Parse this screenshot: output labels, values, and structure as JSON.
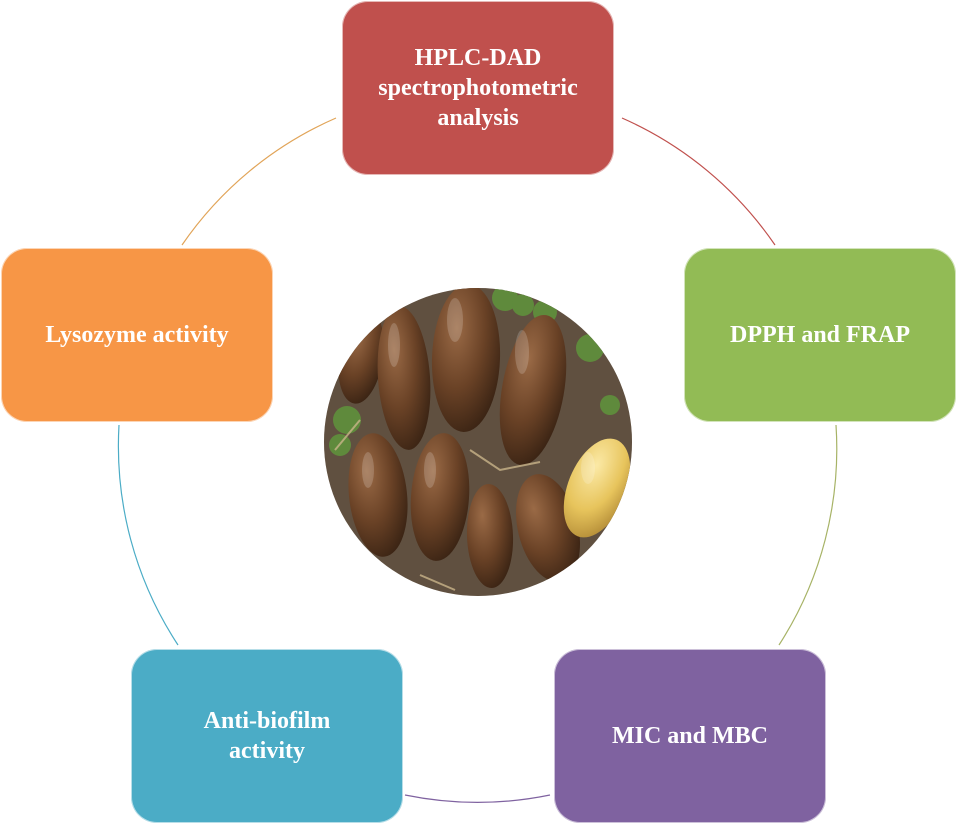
{
  "nodes": {
    "hplc": {
      "lines": [
        "HPLC-DAD",
        "spectrophotometric",
        "analysis"
      ],
      "color": "#c0504d"
    },
    "dpph": {
      "lines": [
        "DPPH and FRAP"
      ],
      "color": "#92bb55"
    },
    "mic": {
      "lines": [
        "MIC and MBC"
      ],
      "color": "#7f62a0"
    },
    "biofilm": {
      "lines": [
        "Anti-biofilm",
        "activity"
      ],
      "color": "#4bacc6"
    },
    "lyso": {
      "lines": [
        "Lysozyme activity"
      ],
      "color": "#f79646"
    }
  },
  "connector_colors": {
    "hplc_dpph": "#c0504d",
    "dpph_mic": "#a7b366",
    "mic_biofilm": "#7f62a0",
    "biofilm_lyso": "#4bacc6",
    "lyso_hplc": "#e1a458"
  },
  "center_image": {
    "icon": "acorns-photo",
    "soil_color": "#6b5a48",
    "acorn_color": "#6a4226",
    "leaf_color": "#5f8a3c",
    "pale_acorn_color": "#e7c45c"
  }
}
